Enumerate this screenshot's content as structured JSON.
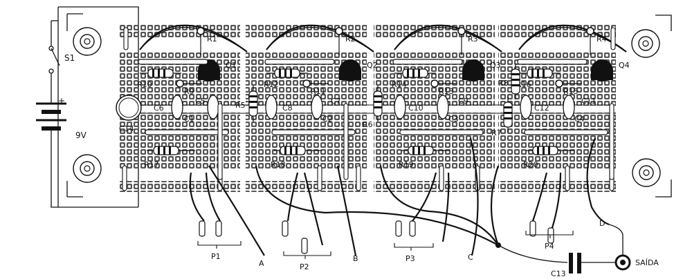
{
  "battery": {
    "switch_label": "S1",
    "voltage_label": "9V",
    "plus_sign": "+"
  },
  "boards": [
    "board-1",
    "board-2",
    "board-3",
    "board-4"
  ],
  "transistors": [
    "Q1",
    "Q2",
    "Q3",
    "Q4"
  ],
  "resistors_top": [
    "R1",
    "R2",
    "R3",
    "R4"
  ],
  "resistors_mid": [
    "R10",
    "R9",
    "R12",
    "R11",
    "R14",
    "R13",
    "R16",
    "R15"
  ],
  "resistors_vert": [
    "R5",
    "R6",
    "R8",
    "R7"
  ],
  "resistors_bottom": [
    "R17",
    "R18",
    "R19",
    "R20"
  ],
  "capacitors_upper": [
    "C6",
    "C5",
    "C8",
    "C7",
    "C10",
    "C9",
    "C12",
    "C11"
  ],
  "capacitors_lower": [
    "C1",
    "C2",
    "C3",
    "C4"
  ],
  "capacitor_big": "C14",
  "pots": [
    "P1",
    "P2",
    "P3",
    "P4"
  ],
  "points": [
    "A",
    "B",
    "C",
    "D"
  ],
  "output": {
    "cap_label": "C13",
    "out_label": "SAÍDA"
  }
}
